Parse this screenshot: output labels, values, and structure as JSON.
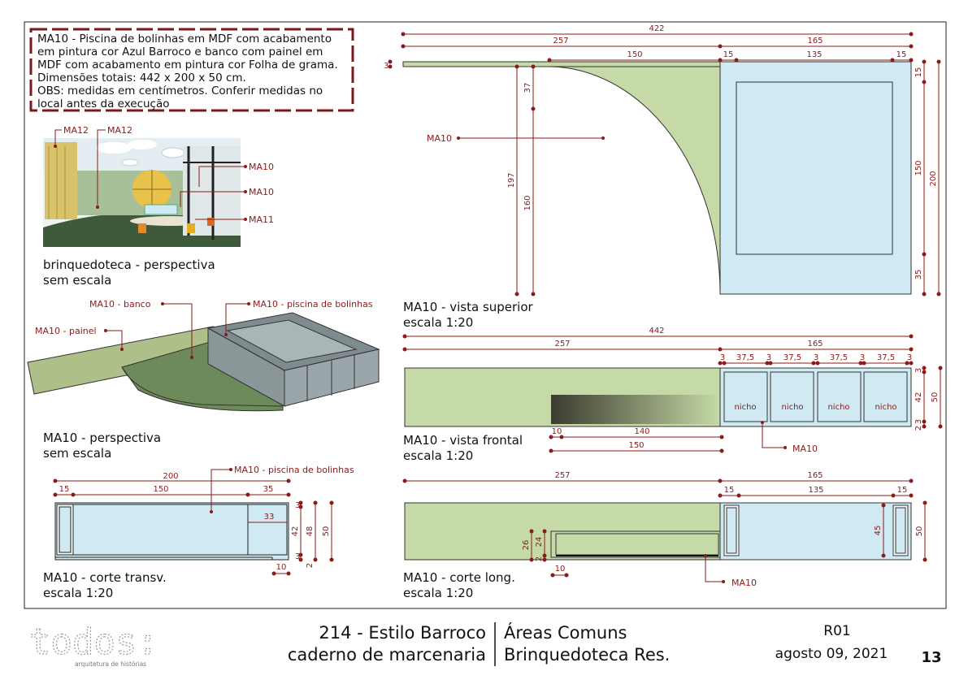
{
  "note": {
    "lines": [
      "MA10 - Piscina de bolinhas em MDF com acabamento",
      "em pintura cor Azul Barroco e banco com painel em",
      "MDF com acabamento em pintura cor Folha de grama.",
      "Dimensões totais: 442 x 200 x 50 cm.",
      "OBS: medidas em centímetros. Conferir medidas no",
      "local antes da execução"
    ]
  },
  "persp_room": {
    "tags": [
      "MA12",
      "MA12",
      "MA10",
      "MA10",
      "MA11"
    ],
    "caption": [
      "brinquedoteca - perspectiva",
      "sem escala"
    ]
  },
  "persp_piece": {
    "tags": [
      "MA10 - banco",
      "MA10 - piscina de bolinhas",
      "MA10 - painel"
    ],
    "caption": [
      "MA10 - perspectiva",
      "sem escala"
    ]
  },
  "corte_transv": {
    "tag": "MA10 - piscina de bolinhas",
    "dims": [
      "200",
      "15",
      "150",
      "35",
      "33",
      "3",
      "42",
      "48",
      "50",
      "3",
      "10",
      "2"
    ],
    "caption": [
      "MA10 - corte transv.",
      "escala 1:20"
    ]
  },
  "vista_superior": {
    "tag": "MA10",
    "dims": [
      "422",
      "257",
      "165",
      "150",
      "15",
      "135",
      "15",
      "3",
      "37",
      "197",
      "160",
      "15",
      "150",
      "200",
      "35"
    ],
    "caption": [
      "MA10 - vista superior",
      "escala 1:20"
    ]
  },
  "vista_frontal": {
    "top_dims": [
      "442",
      "257",
      "165"
    ],
    "niche_dims": [
      "3",
      "37,5",
      "3",
      "37,5",
      "3",
      "37,5",
      "3",
      "37,5",
      "3"
    ],
    "right_dims": [
      "3",
      "42",
      "50",
      "2",
      "3"
    ],
    "bottom_dims": [
      "10",
      "140",
      "150"
    ],
    "niches": [
      "nicho",
      "nicho",
      "nicho",
      "nicho"
    ],
    "tag": "MA10",
    "caption": [
      "MA10 - vista frontal",
      "escala 1:20"
    ]
  },
  "corte_long": {
    "dims": [
      "257",
      "165",
      "15",
      "135",
      "15",
      "26",
      "24",
      "2",
      "10",
      "45",
      "50"
    ],
    "tag": "MA10",
    "caption": [
      "MA10 - corte long.",
      "escala 1:20"
    ]
  },
  "title_block": {
    "logo": "todos:",
    "logo_sub": "arquitetura de histórias",
    "project": "214 - Estilo Barroco",
    "book": "caderno de marcenaria",
    "area": "Áreas Comuns",
    "room": "Brinquedoteca Res.",
    "revision": "R01",
    "date": "agosto 09, 2021",
    "page": "13"
  },
  "colors": {
    "green": "#c5daa6",
    "blue": "#cfeaf2",
    "dim_red": "#8b1a1a"
  }
}
